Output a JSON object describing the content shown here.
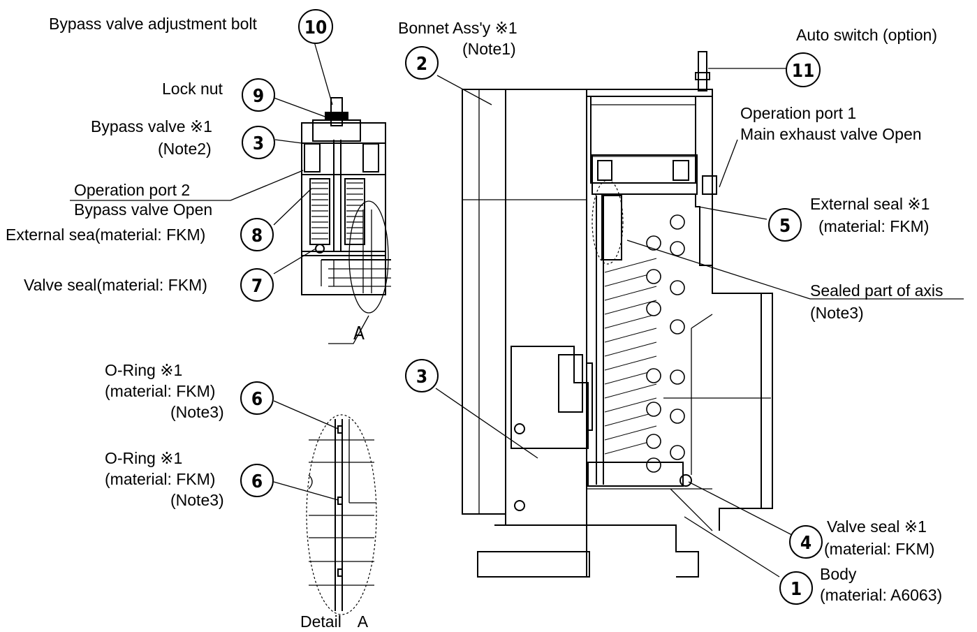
{
  "labels": {
    "bypass_adj_bolt": "Bypass valve adjustment bolt",
    "lock_nut": "Lock nut",
    "bypass_valve": "Bypass valve ※1",
    "bypass_valve_note": "(Note2)",
    "op_port2": "Operation port 2",
    "op_port2_desc": "Bypass valve Open",
    "external_sea": "External sea(material: FKM)",
    "valve_seal_left": "Valve seal(material: FKM)",
    "oring1": "O-Ring ※1",
    "oring1_mat": "(material: FKM)",
    "oring1_note": "(Note3)",
    "oring2": "O-Ring ※1",
    "oring2_mat": "(material: FKM)",
    "oring2_note": "(Note3)",
    "detail_a": "Detail　A",
    "detail_mark": "A",
    "bonnet": "Bonnet Ass'y ※1",
    "bonnet_note": "(Note1)",
    "auto_switch": "Auto switch (option)",
    "op_port1": "Operation port 1",
    "op_port1_desc": "Main exhaust valve Open",
    "external_seal_right": "External seal ※1",
    "external_seal_right_mat": "(material: FKM)",
    "sealed_axis": "Sealed part of axis",
    "sealed_axis_note": "(Note3)",
    "valve_seal_right": "Valve seal ※1",
    "valve_seal_right_mat": "(material: FKM)",
    "body": "Body",
    "body_mat": "(material: A6063)"
  },
  "balloons": {
    "b10": "10",
    "b9": "9",
    "b3a": "3",
    "b8": "8",
    "b7": "7",
    "b6a": "6",
    "b6b": "6",
    "b2": "2",
    "b3b": "3",
    "b11": "11",
    "b5": "5",
    "b4": "4",
    "b1": "1"
  }
}
